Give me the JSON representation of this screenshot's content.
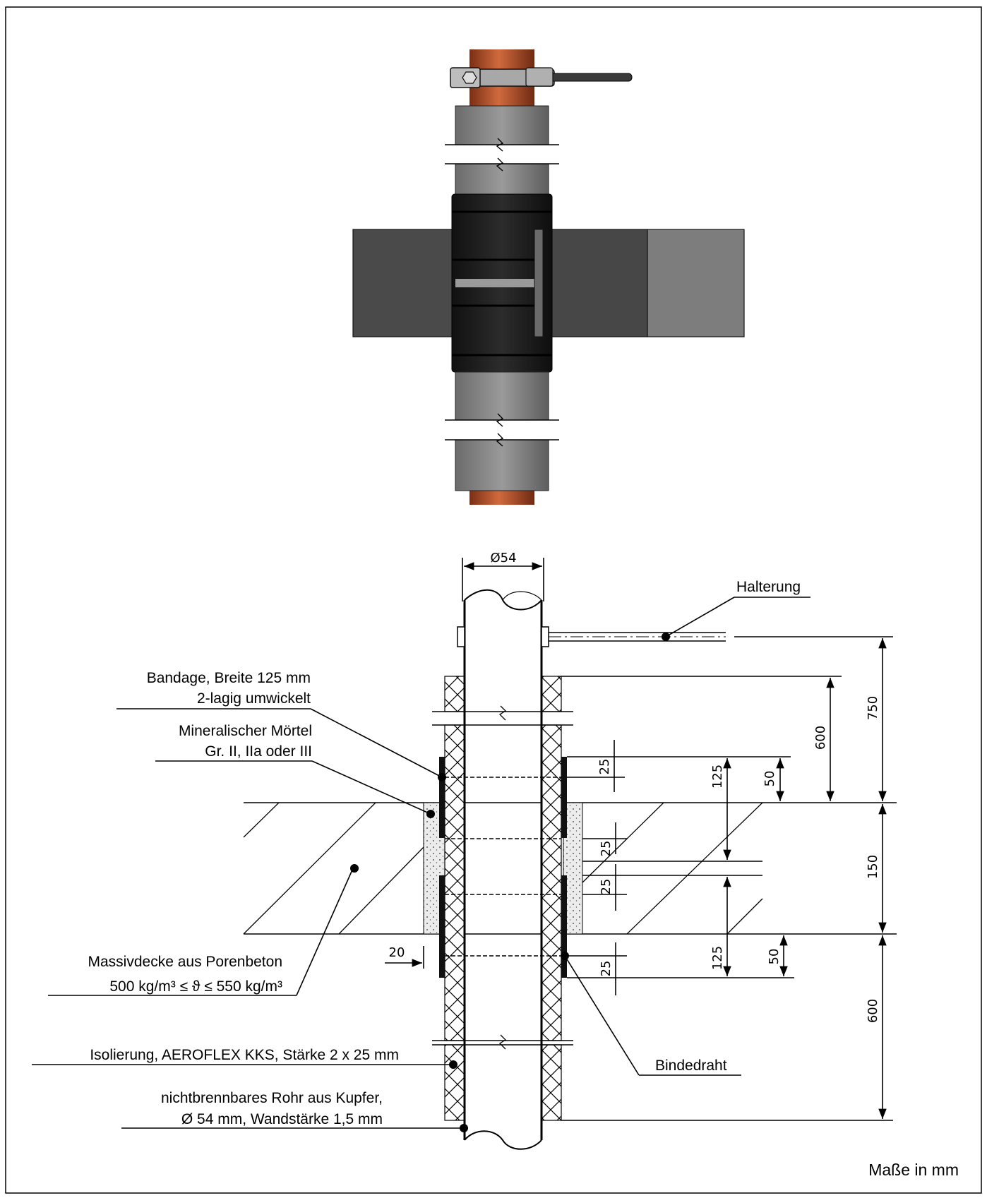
{
  "labels": {
    "halterung": "Halterung",
    "bandage_1": "Bandage, Breite 125 mm",
    "bandage_2": "2-lagig umwickelt",
    "moertel_1": "Mineralischer Mörtel",
    "moertel_2": "Gr. II, IIa oder III",
    "massivdecke_1": "Massivdecke aus Porenbeton",
    "massivdecke_2": "500 kg/m³ ≤ ϑ ≤ 550 kg/m³",
    "isolierung": "Isolierung, AEROFLEX KKS, Stärke 2 x 25 mm",
    "rohr_1": "nichtbrennbares Rohr aus Kupfer,",
    "rohr_2": "Ø 54 mm, Wandstärke 1,5 mm",
    "bindedraht": "Bindedraht",
    "units": "Maße in mm"
  },
  "dimensions": {
    "pipe_diameter": "Ø54",
    "d750": "750",
    "d600_top": "600",
    "d150": "150",
    "d600_bottom": "600",
    "d125_top": "125",
    "d125_bottom": "125",
    "d50_top": "50",
    "d50_bottom": "50",
    "d25_a": "25",
    "d25_b": "25",
    "d25_c": "25",
    "d25_d": "25",
    "d20": "20"
  },
  "colors": {
    "copper": "#b5532c",
    "insulation_grey": "#8c8c8c",
    "bandage_black": "#1e1e1e",
    "slab_dark": "#444444",
    "slab_light": "#7a7a7a",
    "frame": "#000000"
  }
}
